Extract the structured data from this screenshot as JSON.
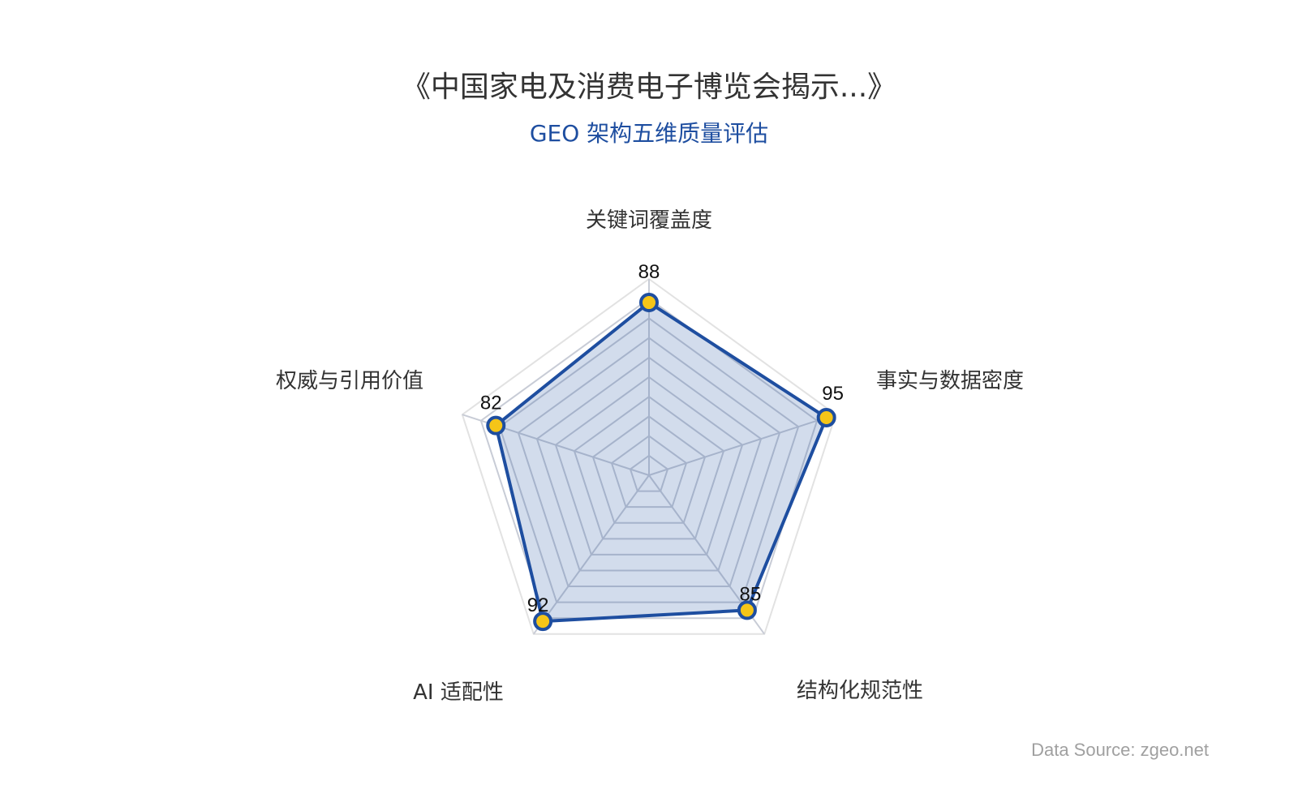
{
  "header": {
    "title": "《中国家电及消费电子博览会揭示...》",
    "subtitle": "GEO 架构五维质量评估"
  },
  "footer": {
    "source": "Data Source: zgeo.net"
  },
  "colors": {
    "line": "#1e4ea0",
    "fill": "rgba(30,78,160,0.2)",
    "marker": "#f5c518",
    "grid": "#dddddd",
    "title": "#333333",
    "subtitle": "#1e4ea0",
    "source": "#a0a0a0"
  },
  "chart_data": {
    "type": "radar",
    "title": "《中国家电及消费电子博览会揭示...》",
    "subtitle": "GEO 架构五维质量评估",
    "categories": [
      "关键词覆盖度",
      "事实与数据密度",
      "结构化规范性",
      "AI 适配性",
      "权威与引用价值"
    ],
    "series": [
      {
        "name": "GEO 架构五维质量评估",
        "values": [
          88,
          95,
          85,
          92,
          82
        ]
      }
    ],
    "range": [
      0,
      100
    ],
    "grid_rings": 10,
    "annotations": [
      "Data Source: zgeo.net"
    ]
  }
}
